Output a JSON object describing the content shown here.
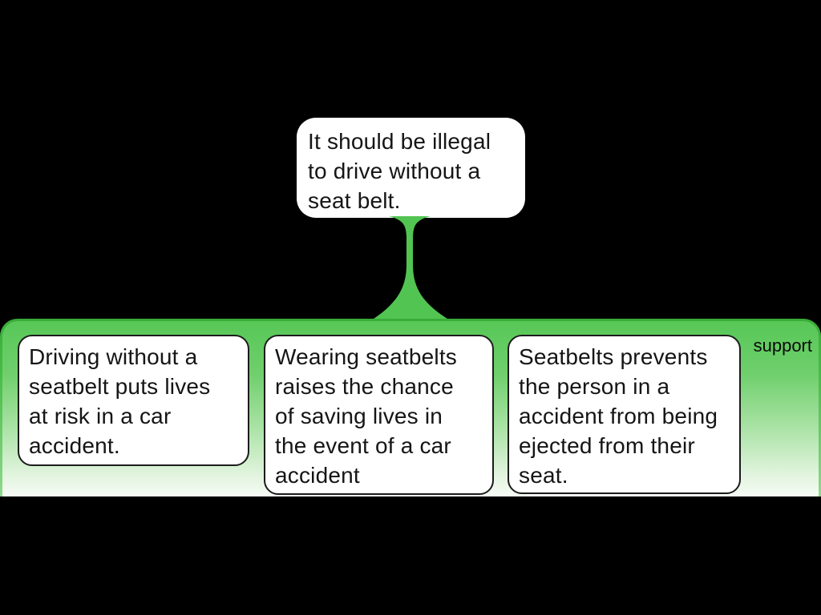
{
  "diagram": {
    "claim": {
      "text": "It should be illegal\nto drive without a\nseat belt."
    },
    "connector": {
      "relation": "support",
      "color": "#52c452"
    },
    "support_group": {
      "label": "support",
      "reasons": [
        {
          "text": "Driving without a\nseatbelt puts lives\nat risk in a car\naccident."
        },
        {
          "text": "Wearing seatbelts\nraises the chance\nof saving lives in\nthe event of a car\naccident"
        },
        {
          "text": "Seatbelts prevents\nthe person in a\naccident from being\nejected from their\nseat."
        }
      ]
    },
    "colors": {
      "background": "#000000",
      "green": "#52c452",
      "box_fill": "#ffffff",
      "text": "#151515"
    }
  }
}
